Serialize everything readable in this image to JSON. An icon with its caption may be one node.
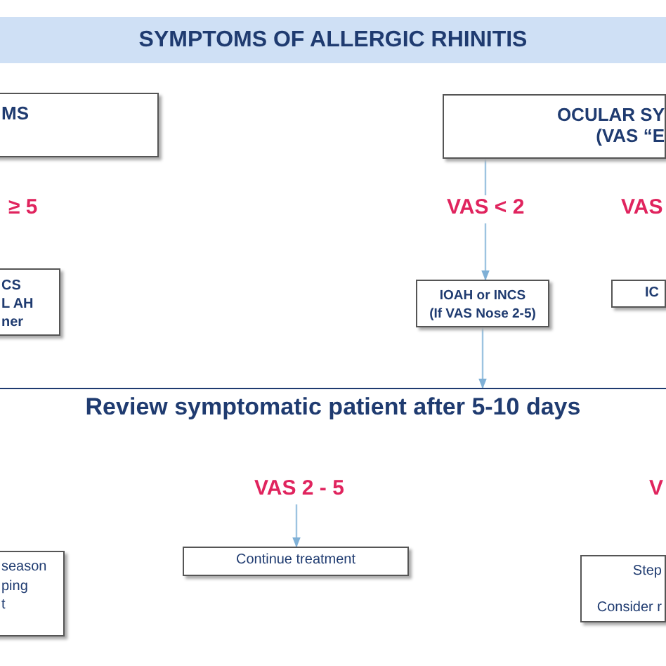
{
  "diagram": {
    "title": "SYMPTOMS OF ALLERGIC RHINITIS",
    "nodes": [
      {
        "text": [
          "MS"
        ]
      },
      {
        "text": [
          "OCULAR SY (VAS “E"
        ]
      },
      {
        "text": [
          "VAS < 2"
        ]
      },
      {
        "text": [
          "CS",
          "L AH",
          "ner"
        ]
      },
      {
        "text": [
          "IOAH or INCS",
          "(If VAS Nose 2-5)"
        ]
      },
      {
        "text": [
          "IC"
        ]
      },
      {
        "text": [
          "Review symptomatic patient after 5-10 days"
        ]
      },
      {
        "text": [
          "VAS 2 - 5"
        ]
      },
      {
        "text": [
          "season",
          "ping",
          "t"
        ]
      },
      {
        "text": [
          "Continue treatment"
        ]
      },
      {
        "text": [
          "Step",
          "Consider r"
        ]
      }
    ],
    "edges": [
      {
        "from": 1,
        "to": 2,
        "arrow": "none"
      },
      {
        "from": 2,
        "to": 4,
        "arrow": "to"
      },
      {
        "from": 4,
        "to": 6,
        "arrow": "to"
      },
      {
        "from": 7,
        "to": 9,
        "arrow": "to"
      }
    ],
    "labels": [
      "≥ 5",
      "VAS",
      "V"
    ]
  }
}
